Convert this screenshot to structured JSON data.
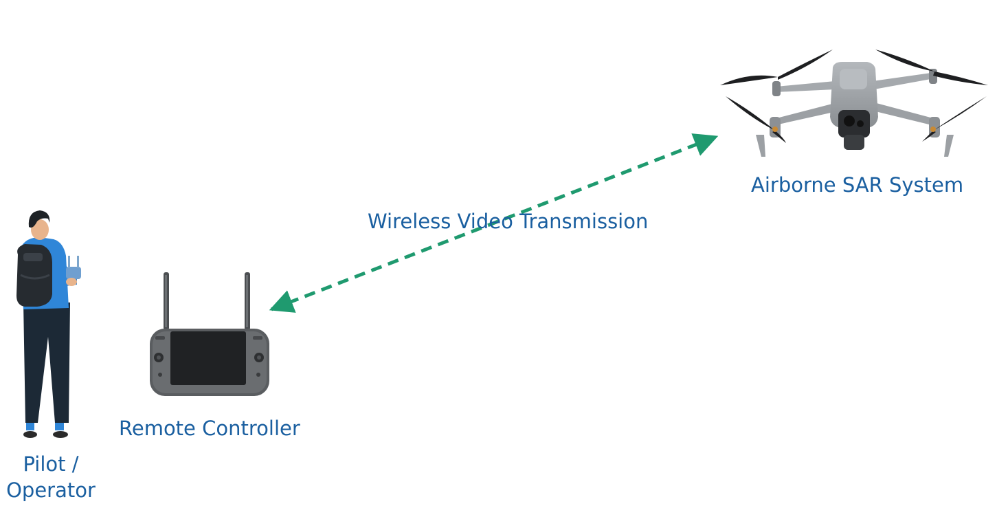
{
  "labels": {
    "drone": "Airborne SAR System",
    "link": "Wireless Video Transmission",
    "remote_controller": "Remote Controller",
    "pilot_line1": "Pilot /",
    "pilot_line2": "Operator"
  },
  "colors": {
    "label_text": "#1a5fa0",
    "link_arrow": "#1f9a6f",
    "shirt": "#2f86d8",
    "pants": "#1c2936",
    "backpack": "#262b30",
    "controller_body": "#5a5d60",
    "controller_screen": "#202224",
    "drone_body": "#9a9ea2",
    "propeller": "#1e1f21"
  },
  "icons": {
    "pilot": "person-with-backpack-icon",
    "remote_controller": "remote-controller-icon",
    "drone": "quadcopter-drone-icon",
    "link": "bidirectional-dashed-arrow"
  }
}
